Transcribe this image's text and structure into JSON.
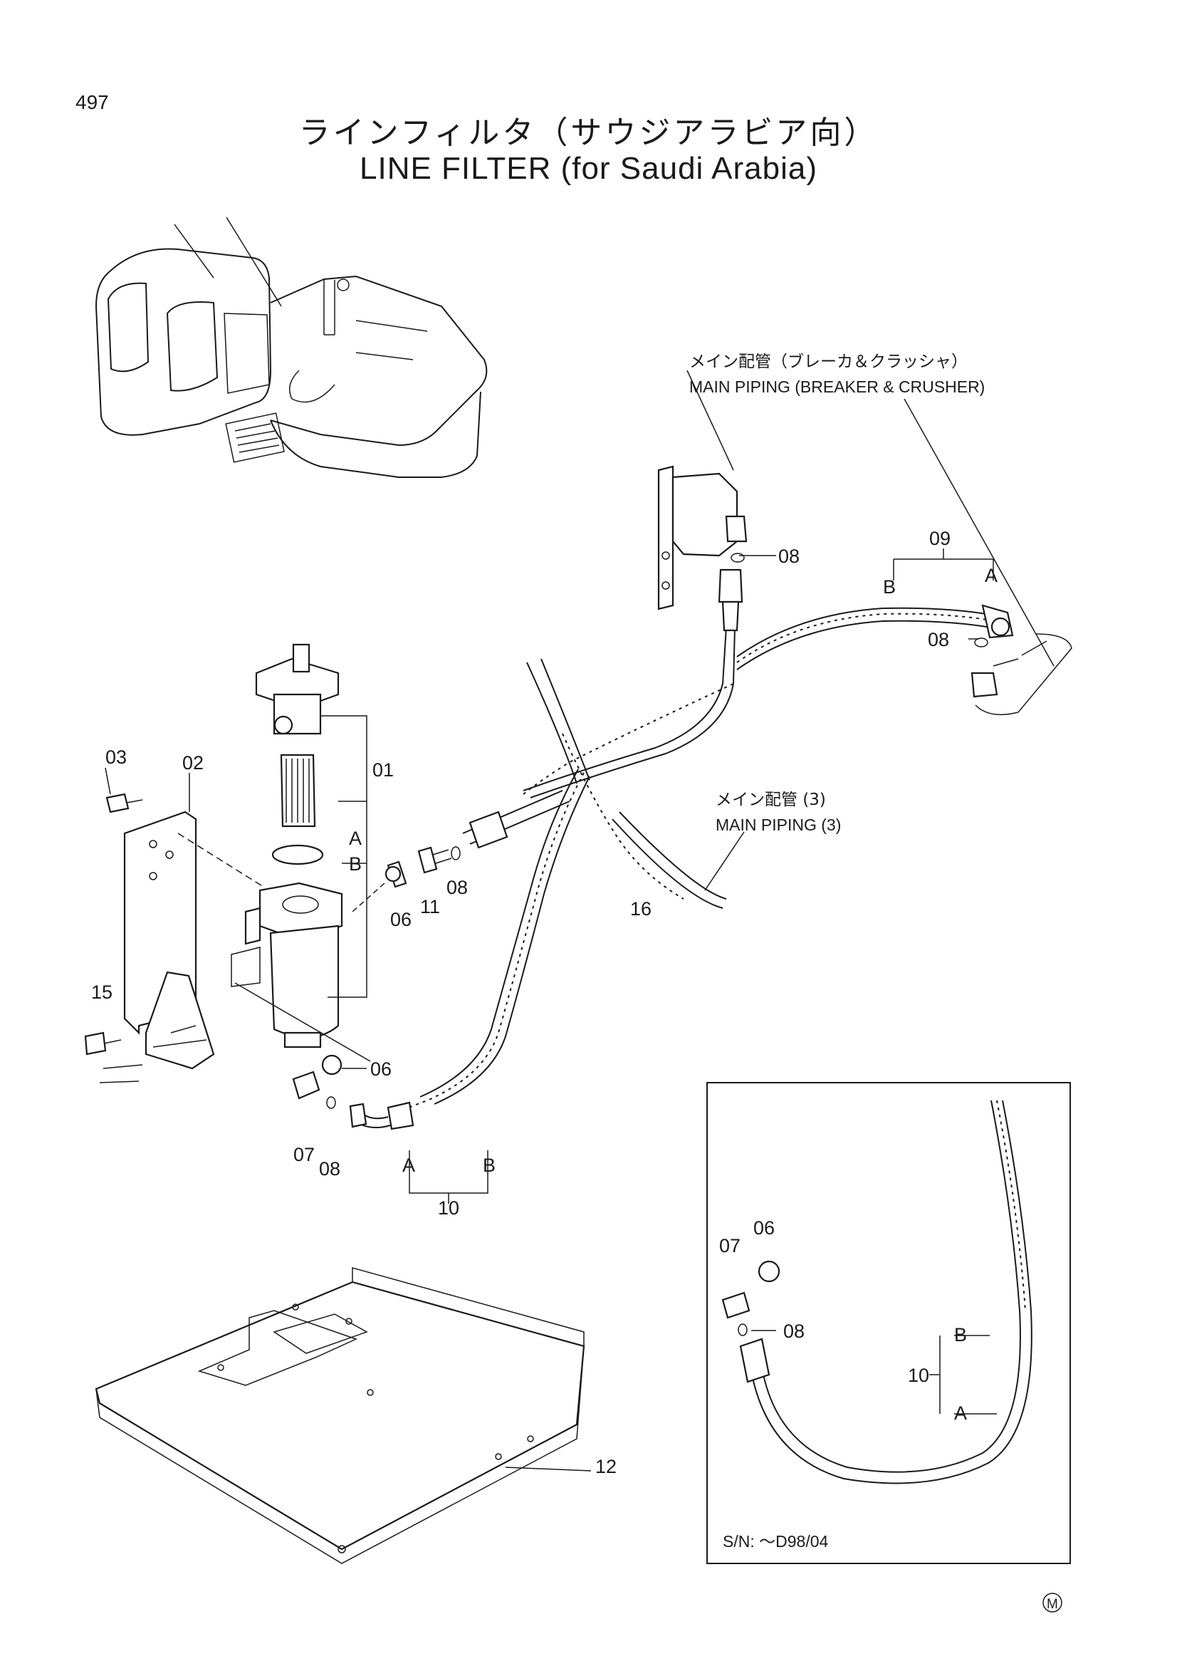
{
  "page": {
    "number": "497"
  },
  "title": {
    "jp": "ラインフィルタ（サウジアラビア向）",
    "en": "LINE FILTER (for Saudi Arabia)"
  },
  "callouts": {
    "main_piping_breaker_jp": "メイン配管（ブレーカ＆クラッシャ）",
    "main_piping_breaker_en": "MAIN PIPING (BREAKER & CRUSHER)",
    "main_piping_3_jp": "メイン配管 (3)",
    "main_piping_3_en": "MAIN PIPING (3)"
  },
  "parts": {
    "p01": "01",
    "p02": "02",
    "p03": "03",
    "p06": "06",
    "p07": "07",
    "p08": "08",
    "p09": "09",
    "p10": "10",
    "p11": "11",
    "p12": "12",
    "p15": "15",
    "p16": "16"
  },
  "sub_labels": {
    "a": "A",
    "b": "B"
  },
  "inset": {
    "serial": "S/N: ～D98/04"
  },
  "mark": "M"
}
